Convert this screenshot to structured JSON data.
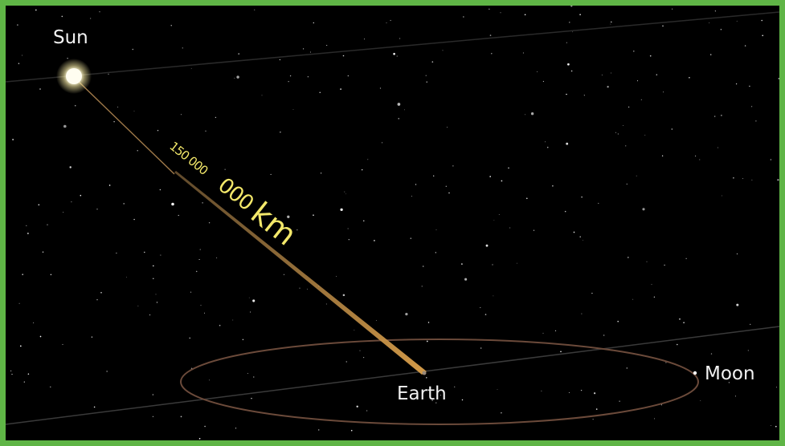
{
  "labels": {
    "sun": "Sun",
    "earth": "Earth",
    "moon": "Moon"
  },
  "distance": {
    "number_small": "150 000",
    "number_large": "000",
    "unit": "km"
  },
  "colors": {
    "frame_border": "#5fb546",
    "space_background": "#000000",
    "distance_beam": "#c08a3e",
    "distance_text": "#f3e86a",
    "orbit": "#6b4a3a",
    "sun_glow": "#fffbe0"
  }
}
